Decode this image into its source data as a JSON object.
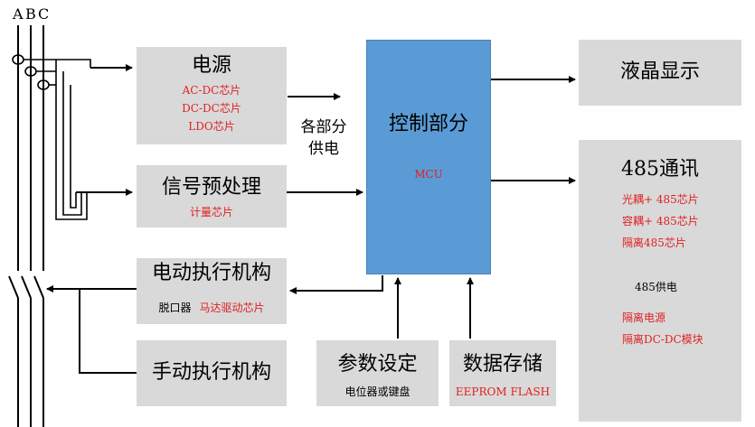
{
  "phases": [
    "A",
    "B",
    "C"
  ],
  "power": {
    "title": "电源",
    "chips": [
      "AC-DC芯片",
      "DC-DC芯片",
      "LDO芯片"
    ]
  },
  "supply_note": [
    "各部分",
    "供电"
  ],
  "signal": {
    "title": "信号预处理",
    "chip": "计量芯片"
  },
  "control": {
    "title": "控制部分",
    "chip": "MCU"
  },
  "lcd": {
    "title": "液晶显示"
  },
  "comm": {
    "title": "485通讯",
    "chips": [
      "光耦+ 485芯片",
      "容耦+ 485芯片",
      "隔离485芯片"
    ],
    "power_label": "485供电",
    "power_chips": [
      "隔离电源",
      "隔离DC-DC模块"
    ]
  },
  "actuator": {
    "title": "电动执行机构",
    "part1": "脱口器",
    "part2": "马达驱动芯片"
  },
  "manual": {
    "title": "手动执行机构"
  },
  "params": {
    "title": "参数设定",
    "sub": "电位器或键盘"
  },
  "storage": {
    "title": "数据存储",
    "sub": "EEPROM FLASH"
  }
}
